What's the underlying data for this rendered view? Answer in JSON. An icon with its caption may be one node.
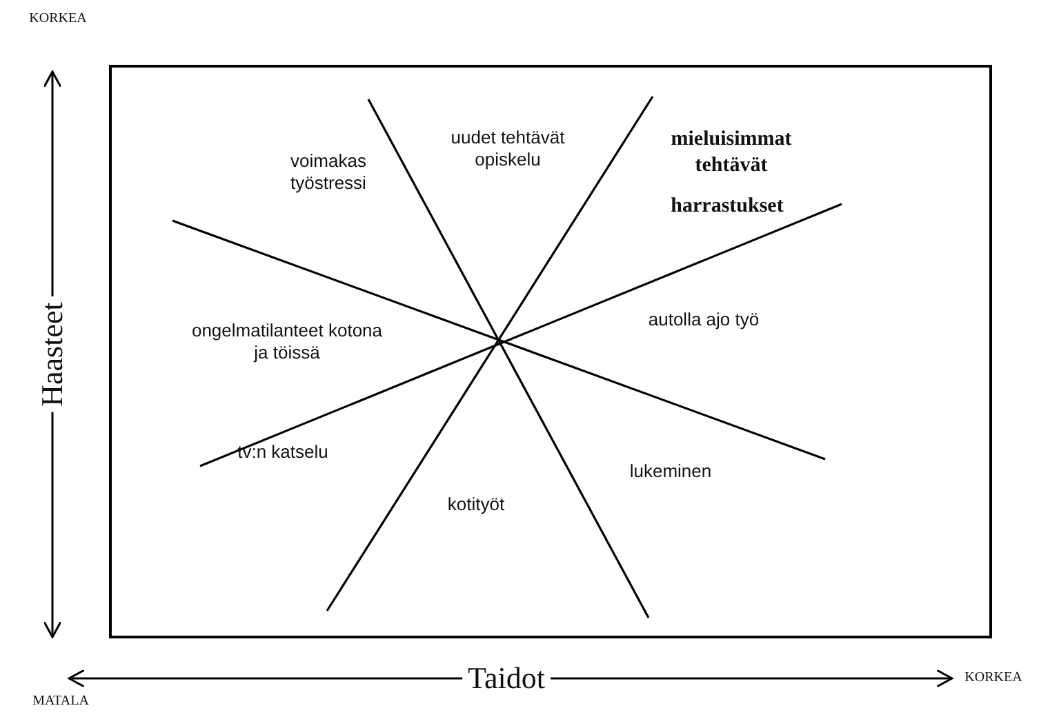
{
  "diagram": {
    "labels": [
      "KORKEA",
      "voimakas työstressi",
      "uudet tehtävät opiskelu",
      "mieluisimmat tehtävät",
      "harrastukset",
      "Haasteet",
      "ongelmatilanteet kotona ja töissä",
      "autolla ajo työ",
      "tv:n katselu",
      "lukeminen",
      "kotityöt",
      "Taidot",
      "KORKEA",
      "MATALA"
    ]
  }
}
